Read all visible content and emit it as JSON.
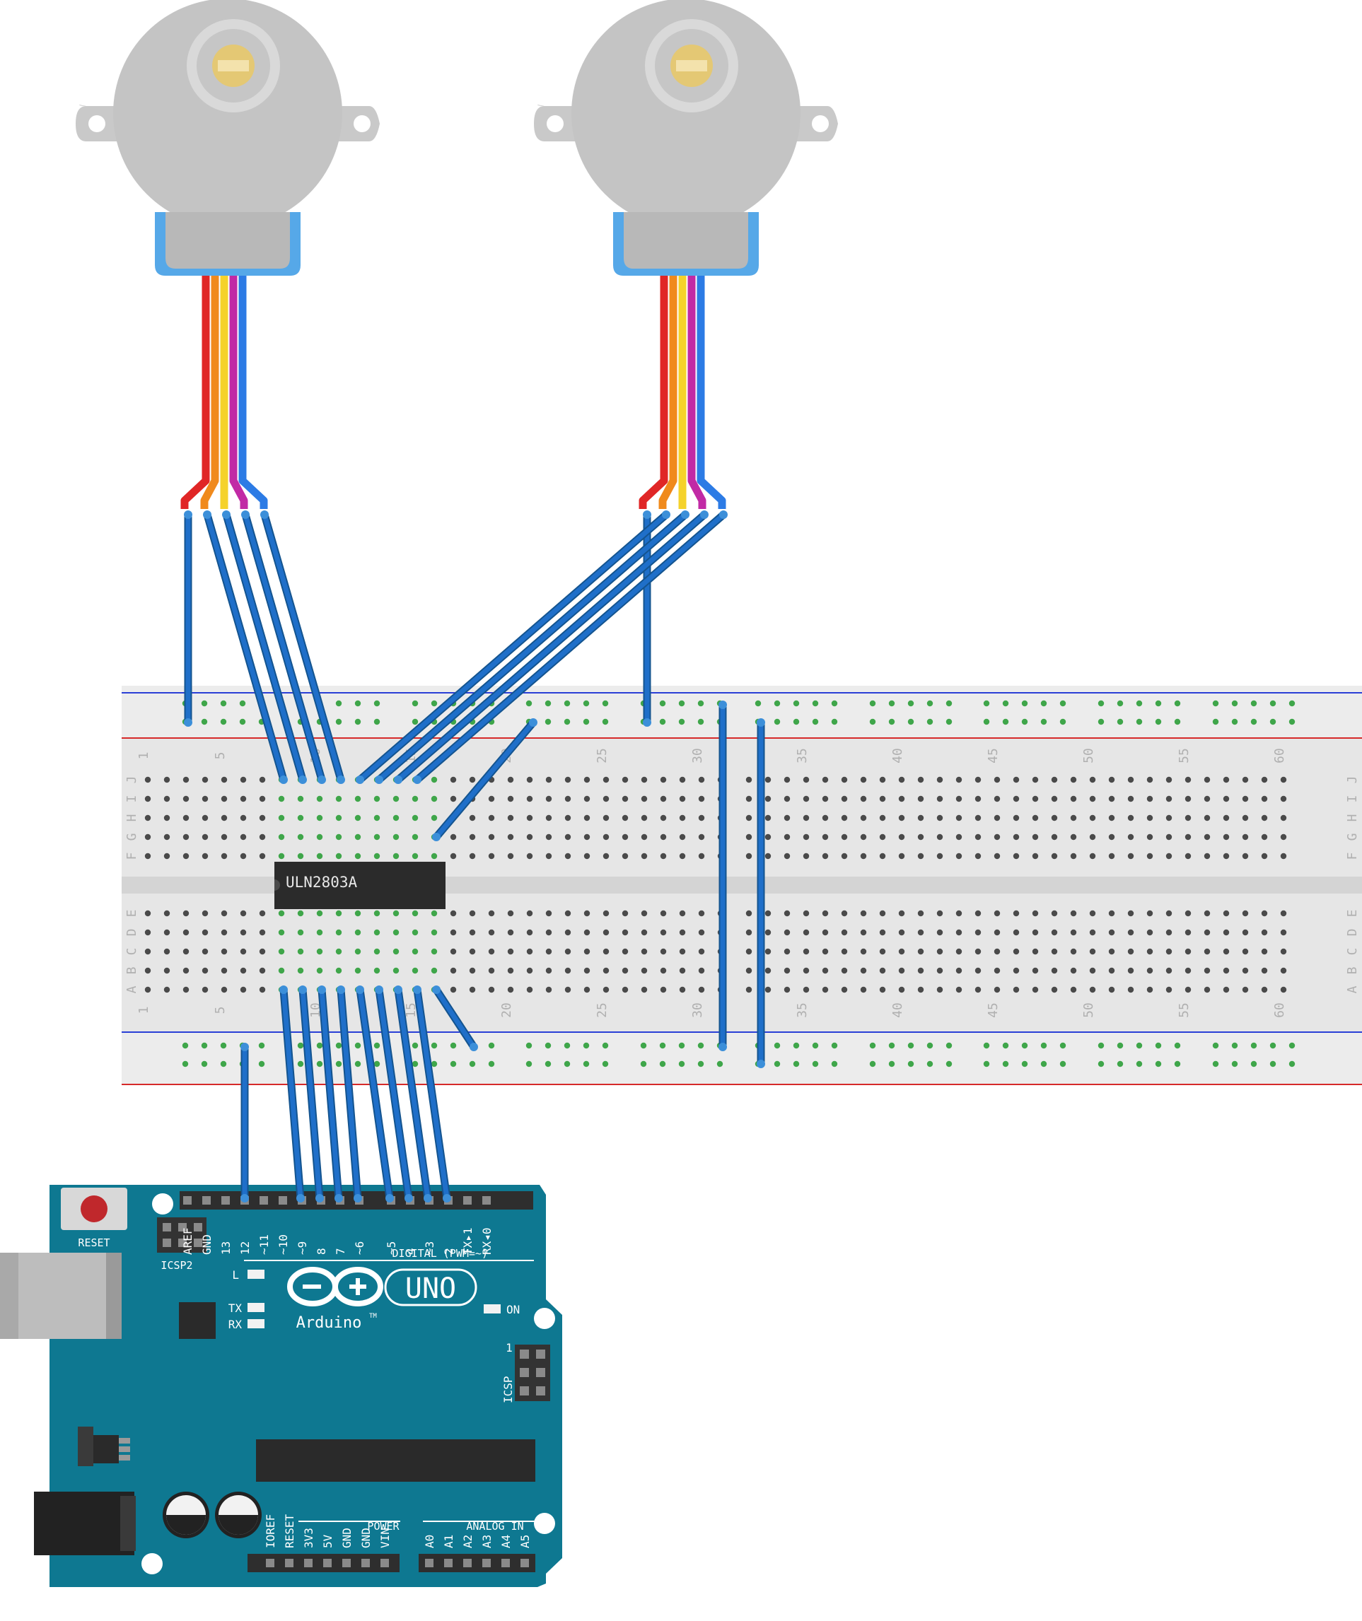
{
  "diagram": {
    "colors": {
      "breadboard": "#e6e6e6",
      "wire": "#1f6fc9",
      "arduino": "#0e7891",
      "motor": "#c4c4c4",
      "motor_connector": "#56a8e8",
      "chip": "#2b2b2b",
      "power_rail_red": "#d62a2a",
      "power_rail_blue": "#2a3fd6",
      "active_hole": "#3fa64a",
      "motor_wires": [
        "#e02626",
        "#f08a1c",
        "#f5d22b",
        "#c12aa5",
        "#2c7be5"
      ]
    },
    "motors": [
      {
        "icon": "stepper-motor-icon"
      },
      {
        "icon": "stepper-motor-icon"
      }
    ],
    "chip": {
      "label": "ULN2803A"
    },
    "breadboard": {
      "rows_top": [
        "J",
        "I",
        "H",
        "G",
        "F"
      ],
      "rows_bottom": [
        "E",
        "D",
        "C",
        "B",
        "A"
      ],
      "column_numbers": [
        "1",
        "5",
        "10",
        "15",
        "20",
        "25",
        "30",
        "35",
        "40",
        "45",
        "50",
        "55",
        "60"
      ]
    },
    "arduino": {
      "reset_label": "RESET",
      "icsp2_label": "ICSP2",
      "icsp_label": "ICSP",
      "icsp_pin1": "1",
      "digital_label": "DIGITAL (PWM=~)",
      "led_l": "L",
      "led_tx": "TX",
      "led_rx": "RX",
      "led_on": "ON",
      "brand": "Arduino",
      "trademark": "TM",
      "model": "UNO",
      "power_label": "POWER",
      "analog_label": "ANALOG IN",
      "digital_pins": [
        "AREF",
        "GND",
        "13",
        "12",
        "~11",
        "~10",
        "~9",
        "8",
        "7",
        "~6",
        "~5",
        "4",
        "~3",
        "2",
        "TX▸1",
        "RX◂0"
      ],
      "power_pins": [
        "IOREF",
        "RESET",
        "3V3",
        "5V",
        "GND",
        "GND",
        "VIN"
      ],
      "analog_pins": [
        "A0",
        "A1",
        "A2",
        "A3",
        "A4",
        "A5"
      ]
    }
  }
}
